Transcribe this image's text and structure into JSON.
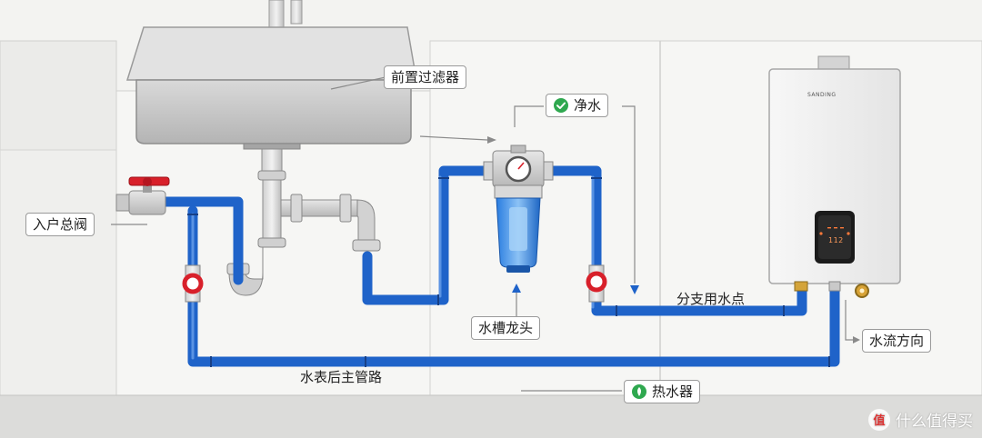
{
  "labels": {
    "pre_filter": "前置过滤器",
    "purified_water": "净水",
    "main_valve": "入户总阀",
    "sink_faucet": "水槽龙头",
    "branch_points": "分支用水点",
    "flow_direction": "水流方向",
    "main_pipe": "水表后主管路",
    "water_heater": "热水器"
  },
  "heater": {
    "brand": "SANDING",
    "display_value": "112"
  },
  "watermark": {
    "logo": "值",
    "text": "什么值得买"
  },
  "colors": {
    "pipe_blue": "#1f63c9",
    "valve_red": "#d8202a",
    "badge_green": "#2fa84f",
    "background": "#f3f3f1"
  }
}
